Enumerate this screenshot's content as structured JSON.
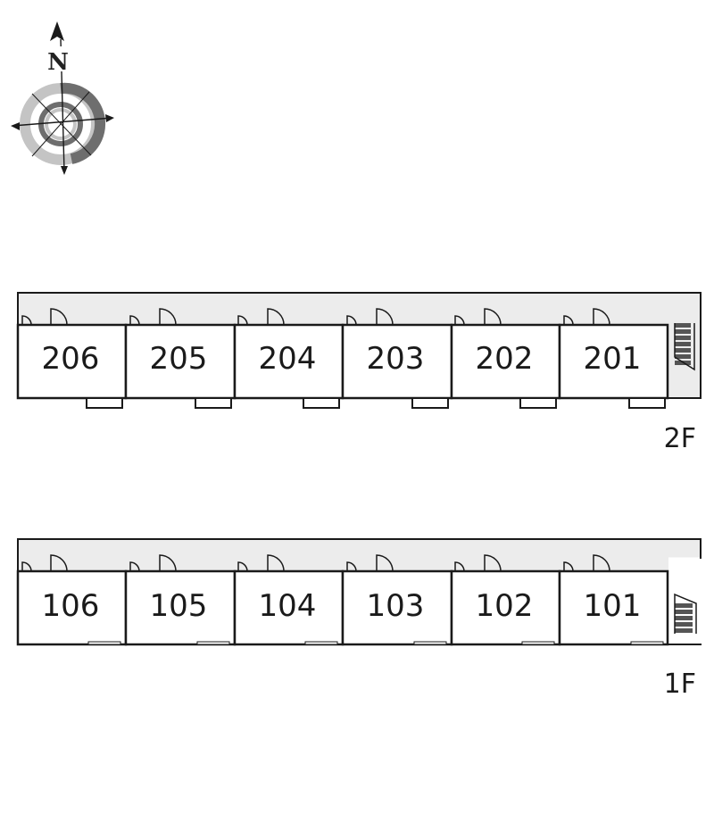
{
  "compass": {
    "north_label": "N"
  },
  "floors": [
    {
      "label": "2F",
      "units": [
        "206",
        "205",
        "204",
        "203",
        "202",
        "201"
      ]
    },
    {
      "label": "1F",
      "units": [
        "106",
        "105",
        "104",
        "103",
        "102",
        "101"
      ]
    }
  ],
  "colors": {
    "corridor": "#ececec",
    "line": "#1a1a1a",
    "stairs": "#555555",
    "compass_dark": "#6e6e6e",
    "compass_light": "#c4c4c4"
  }
}
